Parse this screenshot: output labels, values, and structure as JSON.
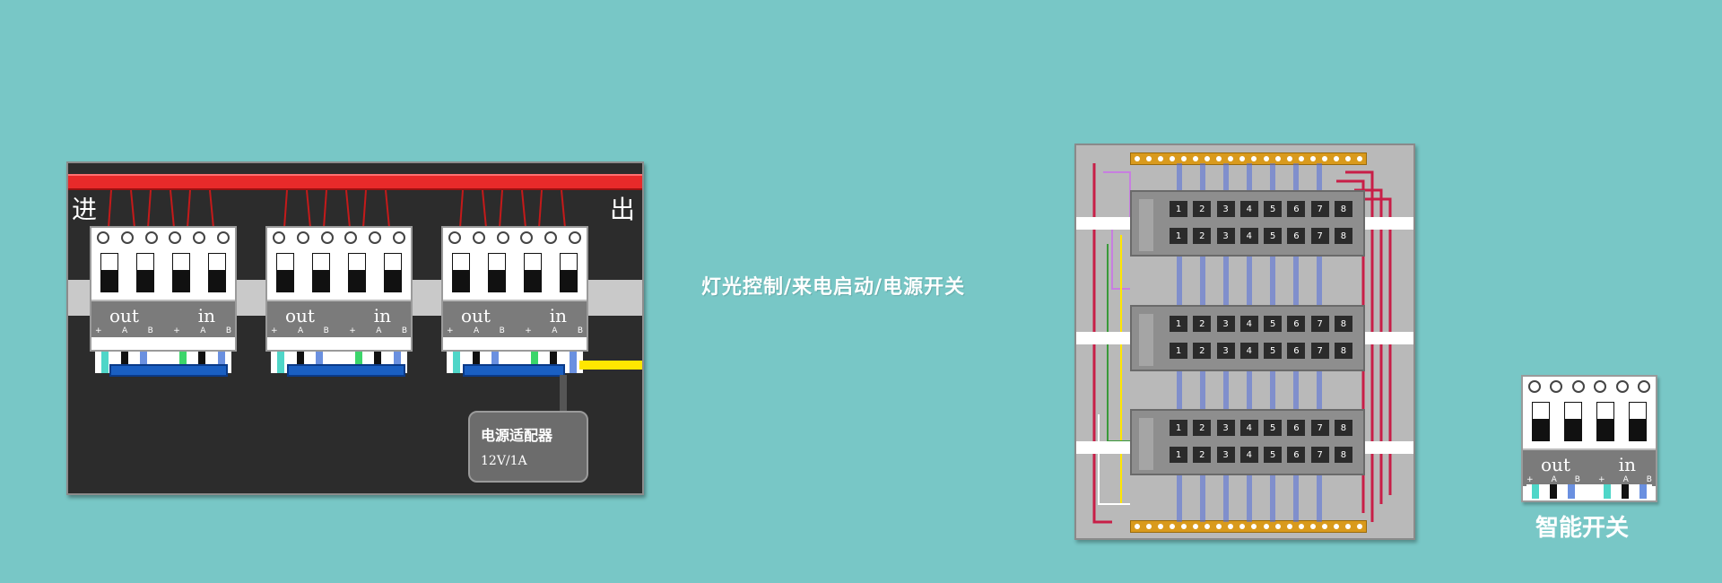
{
  "left_panel": {
    "entry_label": "进",
    "exit_label": "出",
    "modules": [
      {
        "out_label": "out",
        "in_label": "in",
        "pins": [
          "+",
          "A",
          "B",
          "+",
          "A",
          "B"
        ]
      },
      {
        "out_label": "out",
        "in_label": "in",
        "pins": [
          "+",
          "A",
          "B",
          "+",
          "A",
          "B"
        ]
      },
      {
        "out_label": "out",
        "in_label": "in",
        "pins": [
          "+",
          "A",
          "B",
          "+",
          "A",
          "B"
        ]
      }
    ],
    "adapter": {
      "name": "电源适配器",
      "spec": "12V/1A"
    }
  },
  "caption": "灯光控制/来电启动/电源开关",
  "board": {
    "key_numbers": [
      "1",
      "2",
      "3",
      "4",
      "5",
      "6",
      "7",
      "8"
    ]
  },
  "smart_switch": {
    "out_label": "out",
    "in_label": "in",
    "pins": [
      "+",
      "A",
      "B",
      "+",
      "A",
      "B"
    ],
    "label": "智能开关"
  },
  "colors": {
    "background": "#78c7c6",
    "panel": "#2c2c2c",
    "red_bus": "#e82a2a",
    "yellow_wire": "#ffe600",
    "blue_link": "#1a5fc2",
    "terminal_strip": "#d99a1c",
    "wire_red": "#c81e47"
  }
}
